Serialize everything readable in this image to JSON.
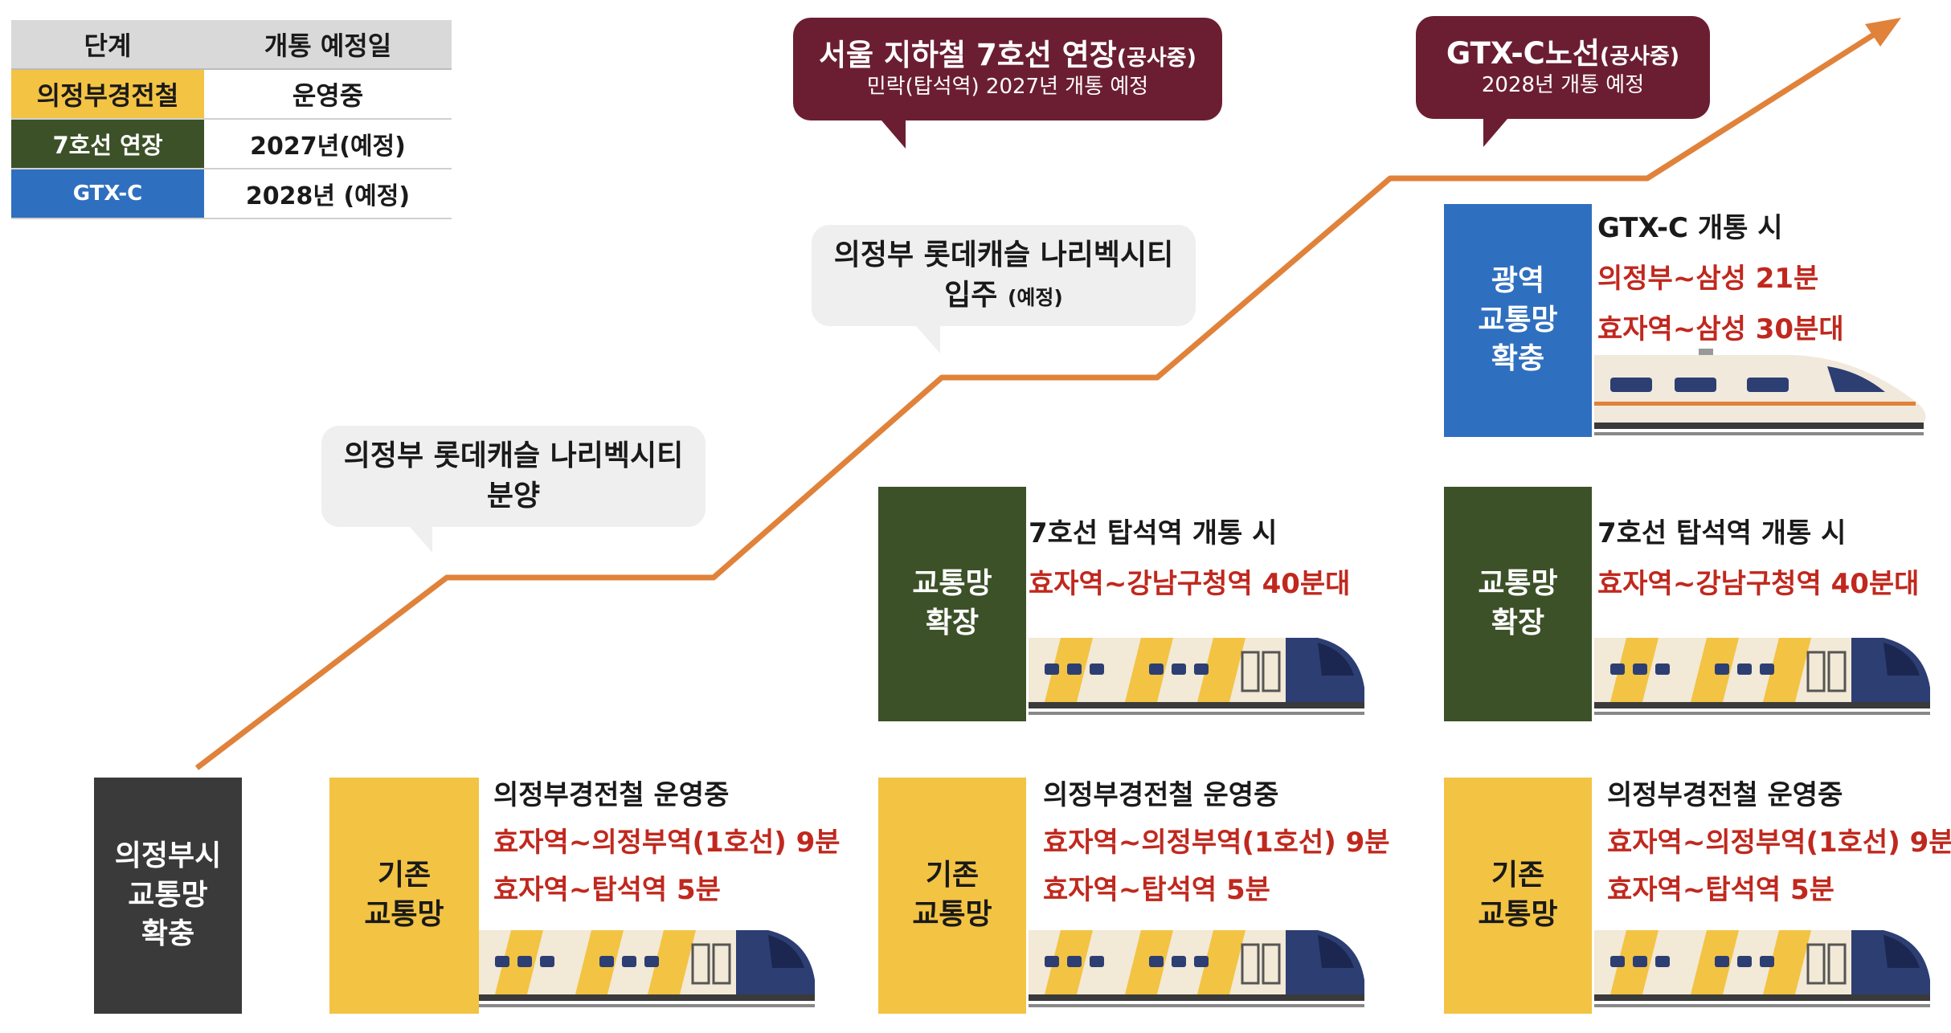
{
  "legend": {
    "header": [
      "단계",
      "개통 예정일"
    ],
    "rows": [
      {
        "stage": "의정부경전철",
        "date": "운영중",
        "color": "#f3c343",
        "text_color": "#1a1a1a"
      },
      {
        "stage": "7호선 연장",
        "date": "2027년(예정)",
        "color": "#3c5128",
        "text_color": "#ffffff"
      },
      {
        "stage": "GTX-C",
        "date": "2028년 (예정)",
        "color": "#2f6fbf",
        "text_color": "#ffffff"
      }
    ]
  },
  "callouts": {
    "line7": {
      "title": "서울 지하철 7호선 연장",
      "tag": "(공사중)",
      "sub": "민락(탑석역) 2027년 개통 예정"
    },
    "gtx": {
      "title": "GTX-C노선",
      "tag": "(공사중)",
      "sub": "2028년 개통 예정"
    },
    "sale": {
      "line1": "의정부 롯데캐슬 나리벡시티",
      "line2": "분양"
    },
    "move_in": {
      "line1": "의정부 롯데캐슬 나리벡시티",
      "line2": "입주",
      "tag": "(예정)"
    }
  },
  "boxes": {
    "city": [
      "의정부시",
      "교통망",
      "확충"
    ],
    "existing": [
      "기존",
      "교통망"
    ],
    "expand": [
      "교통망",
      "확장"
    ],
    "wide": [
      "광역",
      "교통망",
      "확충"
    ]
  },
  "info": {
    "existing": {
      "head": "의정부경전철 운영중",
      "l1": "효자역~의정부역(1호선) 9분",
      "l2": "효자역~탑석역 5분"
    },
    "line7": {
      "head": "7호선 탑석역 개통 시",
      "l1": "효자역~강남구청역 40분대"
    },
    "gtx": {
      "head": "GTX-C 개통 시",
      "l1": "의정부~삼성 21분",
      "l2": "효자역~삼성 30분대"
    }
  },
  "colors": {
    "arrow": "#e0823a",
    "dark_callout": "#6b1e32",
    "grey_box": "#3a3a3a",
    "yellow": "#f3c343",
    "green": "#3c5128",
    "blue": "#2f6fbf",
    "red_text": "#c0281e"
  }
}
